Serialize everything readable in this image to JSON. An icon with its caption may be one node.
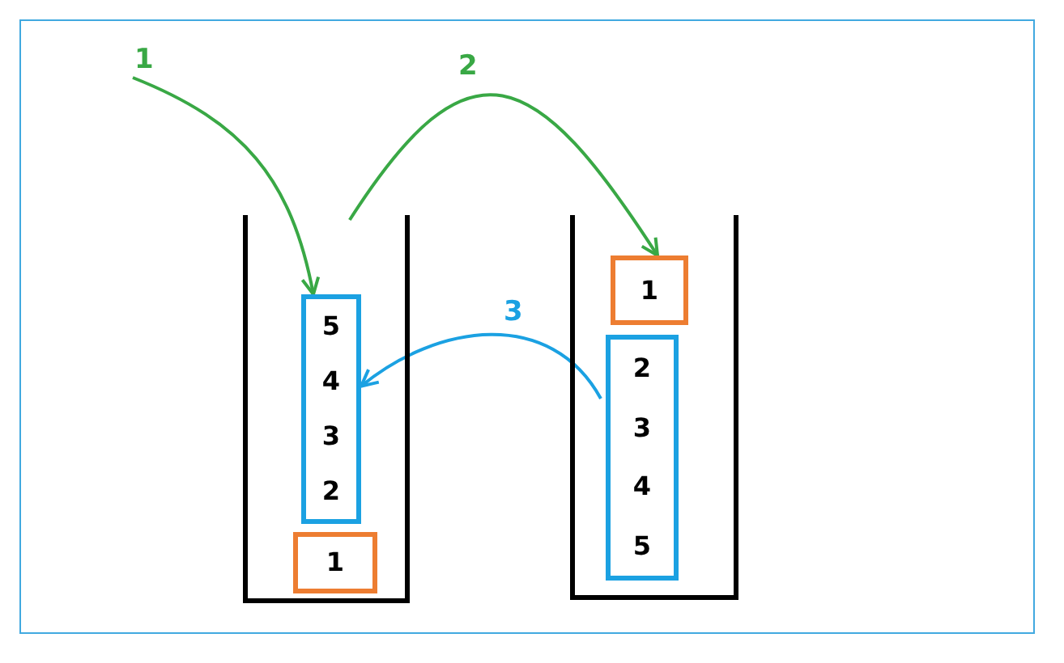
{
  "diagram": {
    "nodes": [
      {
        "text": [],
        "shape": "box"
      },
      {
        "text": [
          "5",
          "4",
          "3",
          "2"
        ],
        "in": 0
      },
      {
        "text": [
          "1"
        ],
        "in": 0
      },
      {
        "text": [],
        "shape": "box"
      },
      {
        "text": [
          "1"
        ],
        "in": 3
      },
      {
        "text": [
          "2",
          "3",
          "4",
          "5"
        ],
        "in": 3
      }
    ],
    "edges": [
      {
        "from": null,
        "to": 1,
        "arrow": "to",
        "label": "1"
      },
      {
        "from": 0,
        "to": 4,
        "arrow": "to",
        "label": "2"
      },
      {
        "from": 5,
        "to": 1,
        "arrow": "to",
        "label": "3",
        "color": "#1ba1e2"
      }
    ]
  }
}
